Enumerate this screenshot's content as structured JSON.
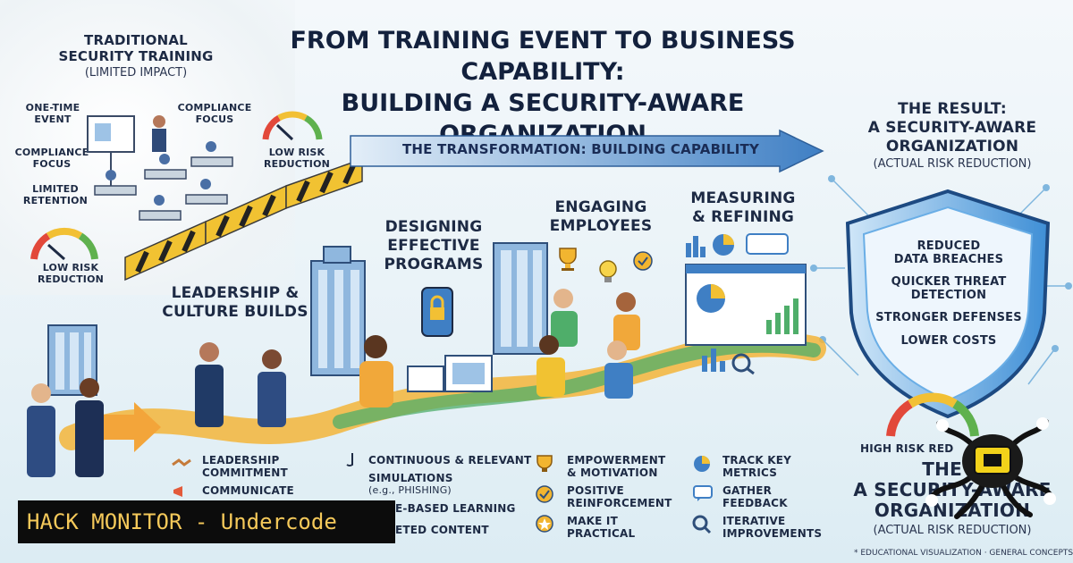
{
  "title": {
    "line1": "FROM TRAINING EVENT TO BUSINESS CAPABILITY:",
    "line2": "BUILDING A SECURITY-AWARE ORGANIZATION"
  },
  "traditional": {
    "title_line1": "TRADITIONAL",
    "title_line2": "SECURITY TRAINING",
    "subtitle": "(LIMITED IMPACT)",
    "labels": {
      "one_time_1": "ONE-TIME",
      "one_time_2": "EVENT",
      "compliance_left_1": "COMPLIANCE",
      "compliance_left_2": "FOCUS",
      "limited_1": "LIMITED",
      "limited_2": "RETENTION",
      "compliance_right_1": "COMPLIANCE",
      "compliance_right_2": "FOCUS",
      "low_risk_top_1": "LOW RISK",
      "low_risk_top_2": "REDUCTION",
      "low_risk_bottom_1": "LOW RISK",
      "low_risk_bottom_2": "REDUCTION"
    }
  },
  "transformation": {
    "label": "THE TRANSFORMATION: BUILDING CAPABILITY"
  },
  "stages": {
    "leadership": {
      "line1": "LEADERSHIP &",
      "line2": "CULTURE BUILDS"
    },
    "designing": {
      "line1": "DESIGNING",
      "line2": "EFFECTIVE",
      "line3": "PROGRAMS"
    },
    "engaging": {
      "line1": "ENGAGING",
      "line2": "EMPLOYEES"
    },
    "measuring": {
      "line1": "MEASURING",
      "line2": "& REFINING"
    }
  },
  "result": {
    "line1": "THE RESULT:",
    "line2": "A SECURITY-AWARE",
    "line3": "ORGANIZATION",
    "subtitle": "(ACTUAL RISK REDUCTION)",
    "items": [
      "REDUCED",
      "DATA BREACHES",
      "QUICKER THREAT",
      "DETECTION",
      "STRONGER DEFENSES",
      "LOWER COSTS"
    ]
  },
  "bottom_result": {
    "high_risk": "HIGH RISK RED",
    "line1": "THE R",
    "line2": "A SECURITY-AWARE",
    "line3": "ORGANIZATION",
    "subtitle": "(ACTUAL RISK REDUCTION)"
  },
  "lists": {
    "leadership": [
      "LEADERSHIP",
      "COMMITMENT",
      "COMMUNICATE"
    ],
    "designing": [
      "CONTINUOUS & RELEVANT",
      "SIMULATIONS",
      "(e.g., PHISHING)",
      "E-BASED LEARNING",
      "ETED CONTENT"
    ],
    "engaging": [
      "EMPOWERMENT",
      "& MOTIVATION",
      "POSITIVE",
      "REINFORCEMENT",
      "MAKE IT",
      "PRACTICAL"
    ],
    "measuring": [
      "TRACK KEY",
      "METRICS",
      "GATHER",
      "FEEDBACK",
      "ITERATIVE",
      "IMPROVEMENTS"
    ]
  },
  "watermark": {
    "banner": "HACK MONITOR - Undercode",
    "footnote": "* EDUCATIONAL VISUALIZATION · GENERAL CONCEPTS"
  },
  "colors": {
    "navy": "#13213d",
    "arrow_blue": "#3f7fc4",
    "shield_blue": "#3f8fd6",
    "flow_yellow": "#f3b53a",
    "flow_green": "#4fae6a",
    "banner_text": "#f5c95a"
  }
}
